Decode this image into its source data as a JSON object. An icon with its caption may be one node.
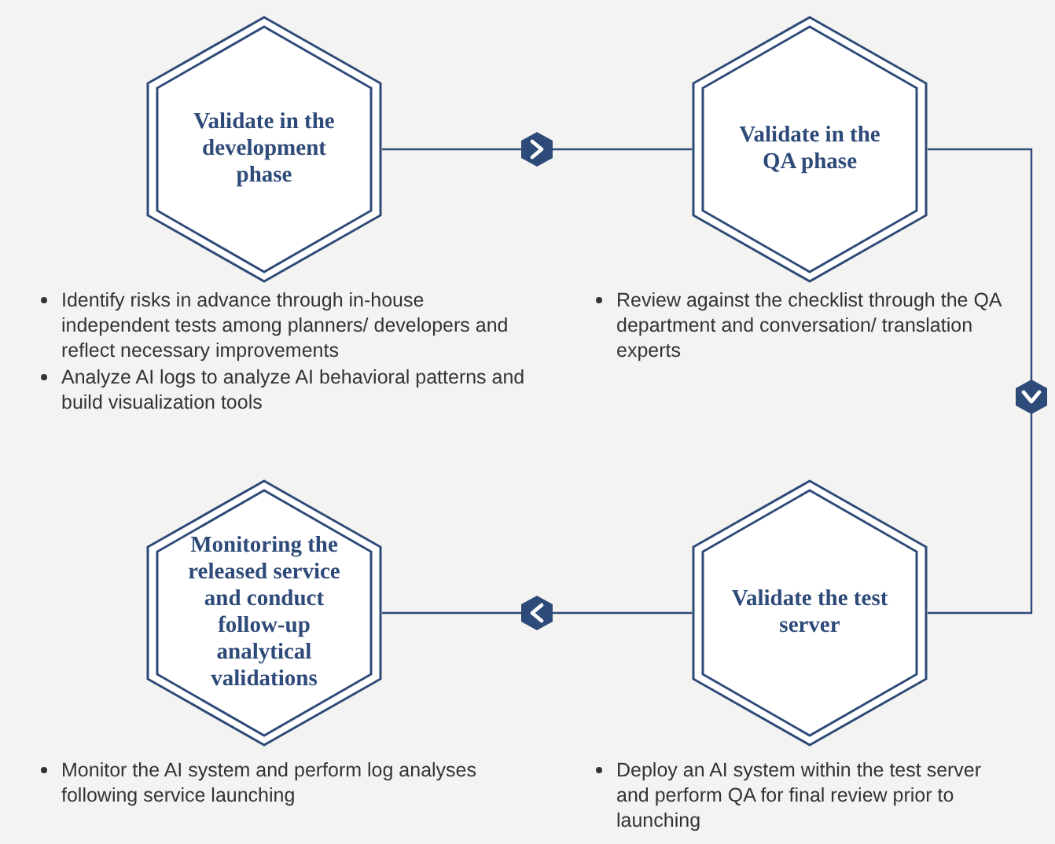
{
  "diagram": {
    "nodes": [
      {
        "text": [
          "Validate in the development phase"
        ],
        "beside": [
          "Identify risks in advance through in-house independent tests among planners/ developers and reflect necessary improvements",
          "Analyze AI logs to analyze AI behavioral patterns and build visualization tools"
        ]
      },
      {
        "text": [
          "Validate in the QA phase"
        ],
        "beside": [
          "Review against the checklist through the QA department and conversation/ translation experts"
        ]
      },
      {
        "text": [
          "Validate the test server"
        ],
        "beside": [
          "Deploy an AI system within the test server and perform QA for final review prior to launching"
        ]
      },
      {
        "text": [
          "Monitoring the released service and conduct follow-up analytical validations"
        ],
        "beside": [
          "Monitor the AI system and perform log analyses following service launching"
        ]
      }
    ],
    "edges": [
      {
        "from": 0,
        "to": 1,
        "arrow": "to"
      },
      {
        "from": 1,
        "to": 2,
        "arrow": "to"
      },
      {
        "from": 2,
        "to": 3,
        "arrow": "to"
      }
    ]
  }
}
